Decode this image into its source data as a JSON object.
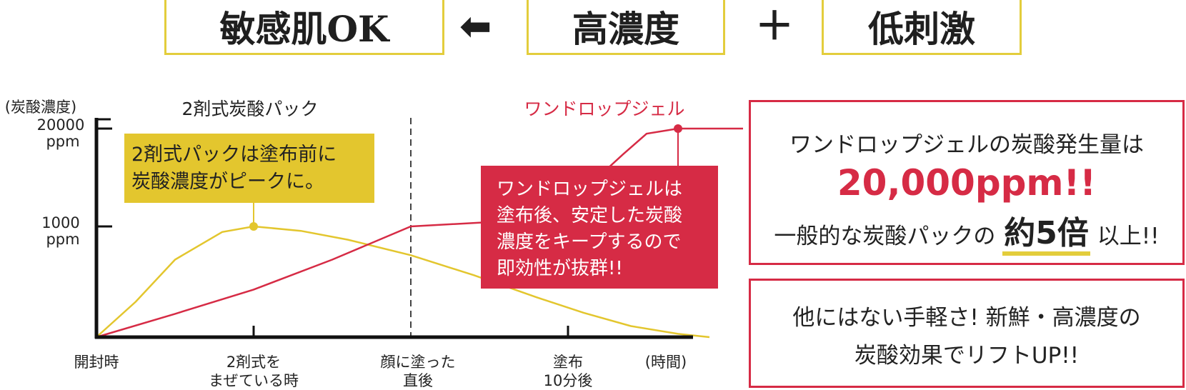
{
  "header": {
    "result": "敏感肌OK",
    "arrow": "⬅",
    "factor1": "高濃度",
    "plus": "＋",
    "factor2": "低刺激"
  },
  "chart_data": {
    "type": "line",
    "ylabel": "(炭酸濃度)",
    "xlabel": "(時間)",
    "y_ticks": [
      {
        "value": 20000,
        "label1": "20000",
        "label2": "ppm"
      },
      {
        "value": 1000,
        "label1": "1000",
        "label2": "ppm"
      }
    ],
    "x_ticks": [
      {
        "x": 0,
        "label": [
          "開封時"
        ]
      },
      {
        "x": 1,
        "label": [
          "2剤式を",
          "まぜている時"
        ]
      },
      {
        "x": 2,
        "label": [
          "顔に塗った",
          "直後"
        ]
      },
      {
        "x": 3,
        "label": [
          "塗布",
          "10分後"
        ]
      }
    ],
    "dashed_line_at": 2,
    "series": [
      {
        "name": "2剤式炭酸パック",
        "color": "#e3c62e",
        "points": [
          [
            0,
            0
          ],
          [
            0.25,
            320
          ],
          [
            0.5,
            700
          ],
          [
            0.8,
            950
          ],
          [
            1.0,
            1000
          ],
          [
            1.3,
            960
          ],
          [
            1.6,
            880
          ],
          [
            2.0,
            740
          ],
          [
            2.4,
            560
          ],
          [
            2.8,
            360
          ],
          [
            3.1,
            220
          ],
          [
            3.4,
            100
          ],
          [
            3.7,
            30
          ],
          [
            3.9,
            0
          ]
        ]
      },
      {
        "name": "ワンドロップジェル",
        "color": "#d62b45",
        "points": [
          [
            0,
            0
          ],
          [
            0.5,
            210
          ],
          [
            1.0,
            430
          ],
          [
            1.5,
            700
          ],
          [
            2.0,
            1000
          ],
          [
            2.6,
            2000
          ],
          [
            2.9,
            3500
          ],
          [
            3.1,
            8000
          ],
          [
            3.35,
            15000
          ],
          [
            3.5,
            19000
          ],
          [
            3.7,
            20000
          ],
          [
            4.3,
            20000
          ]
        ]
      }
    ],
    "annotations": [
      {
        "series": "2剤式炭酸パック",
        "lines": [
          "2剤式パックは塗布前に",
          "炭酸濃度がピークに。"
        ],
        "color": "#e3c62e",
        "text_color": "#222222"
      },
      {
        "series": "ワンドロップジェル",
        "lines": [
          "ワンドロップジェルは",
          "塗布後、安定した炭酸",
          "濃度をキープするので",
          "即効性が抜群!!"
        ],
        "color": "#d62b45",
        "text_color": "#ffffff"
      }
    ]
  },
  "panel1": {
    "line1": "ワンドロップジェルの炭酸発生量は",
    "highlight": "20,000ppm!!",
    "line3_pre": "一般的な炭酸パックの",
    "line3_mark": "約5倍",
    "line3_post": "以上!!"
  },
  "panel2": {
    "line1": "他にはない手軽さ! 新鮮・高濃度の",
    "line2": "炭酸効果でリフトUP!!"
  }
}
